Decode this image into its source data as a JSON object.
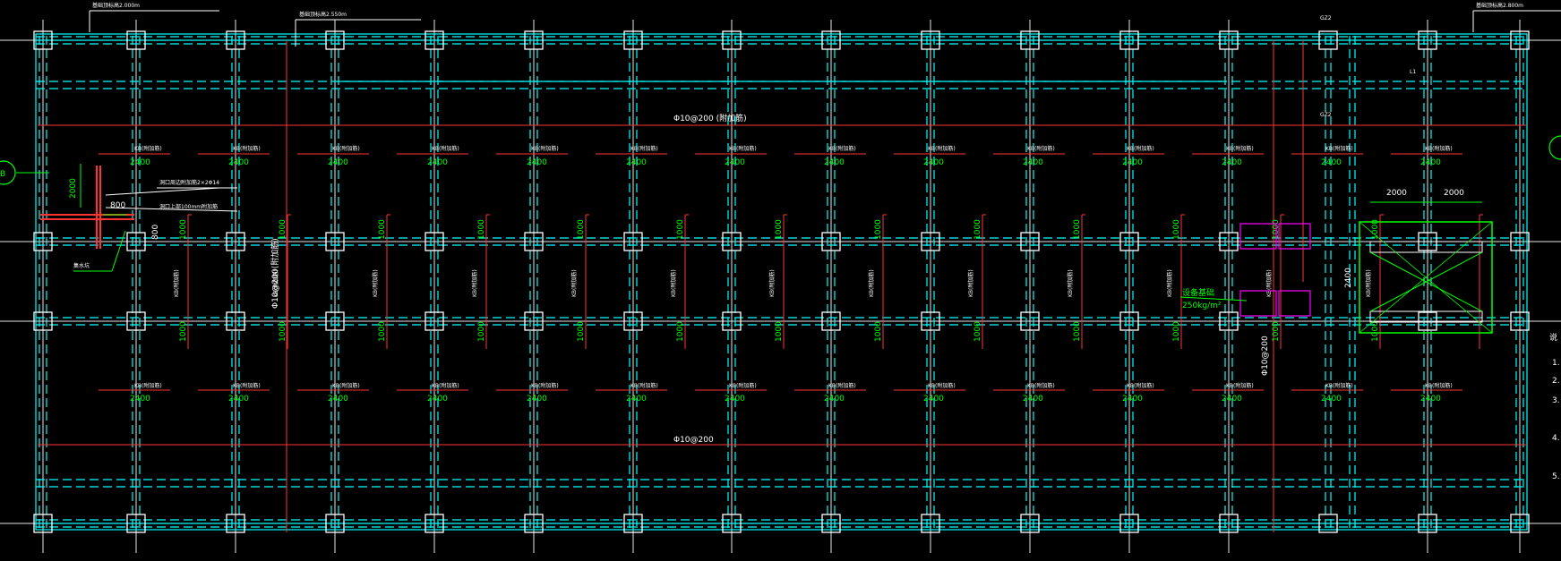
{
  "colors": {
    "background": "#000000",
    "axis": "#ffffff",
    "beam": "#00ffff",
    "rebar": "#ff3333",
    "dimension": "#00ff00",
    "pocket": "#ff00ff",
    "text": "#ffffff"
  },
  "top_notes": {
    "left": "基础顶标高2.000m",
    "center": "基础顶标高2.550m",
    "right": "基础顶标高2.800m"
  },
  "labels": {
    "rebar_top": "Φ10@200 (附加筋)",
    "rebar_bottom": "Φ10@200",
    "rebar_vertical_left": "Φ10@200(附加筋)",
    "rebar_vertical_right": "Φ10@200",
    "kb": "KB(附加筋)",
    "hole_note1": "洞口周边附加筋2×2Φ14",
    "hole_note2": "洞口上部100mm附加筋",
    "hole_note3": "集水坑",
    "load_note1": "设备基础",
    "load_note2": "250kg/m²",
    "dim_2000": "2000",
    "dim_800": "800",
    "dim_1000": "1000",
    "dim_2400": "2400",
    "ref_top": "GZ2",
    "ref_mid": "L1",
    "ref_low": "GZ2"
  },
  "right_edge_marks": [
    "1.",
    "2.",
    "3.",
    "4.",
    "5."
  ],
  "right_edge_header": "说",
  "axis_bubble_left": "B"
}
